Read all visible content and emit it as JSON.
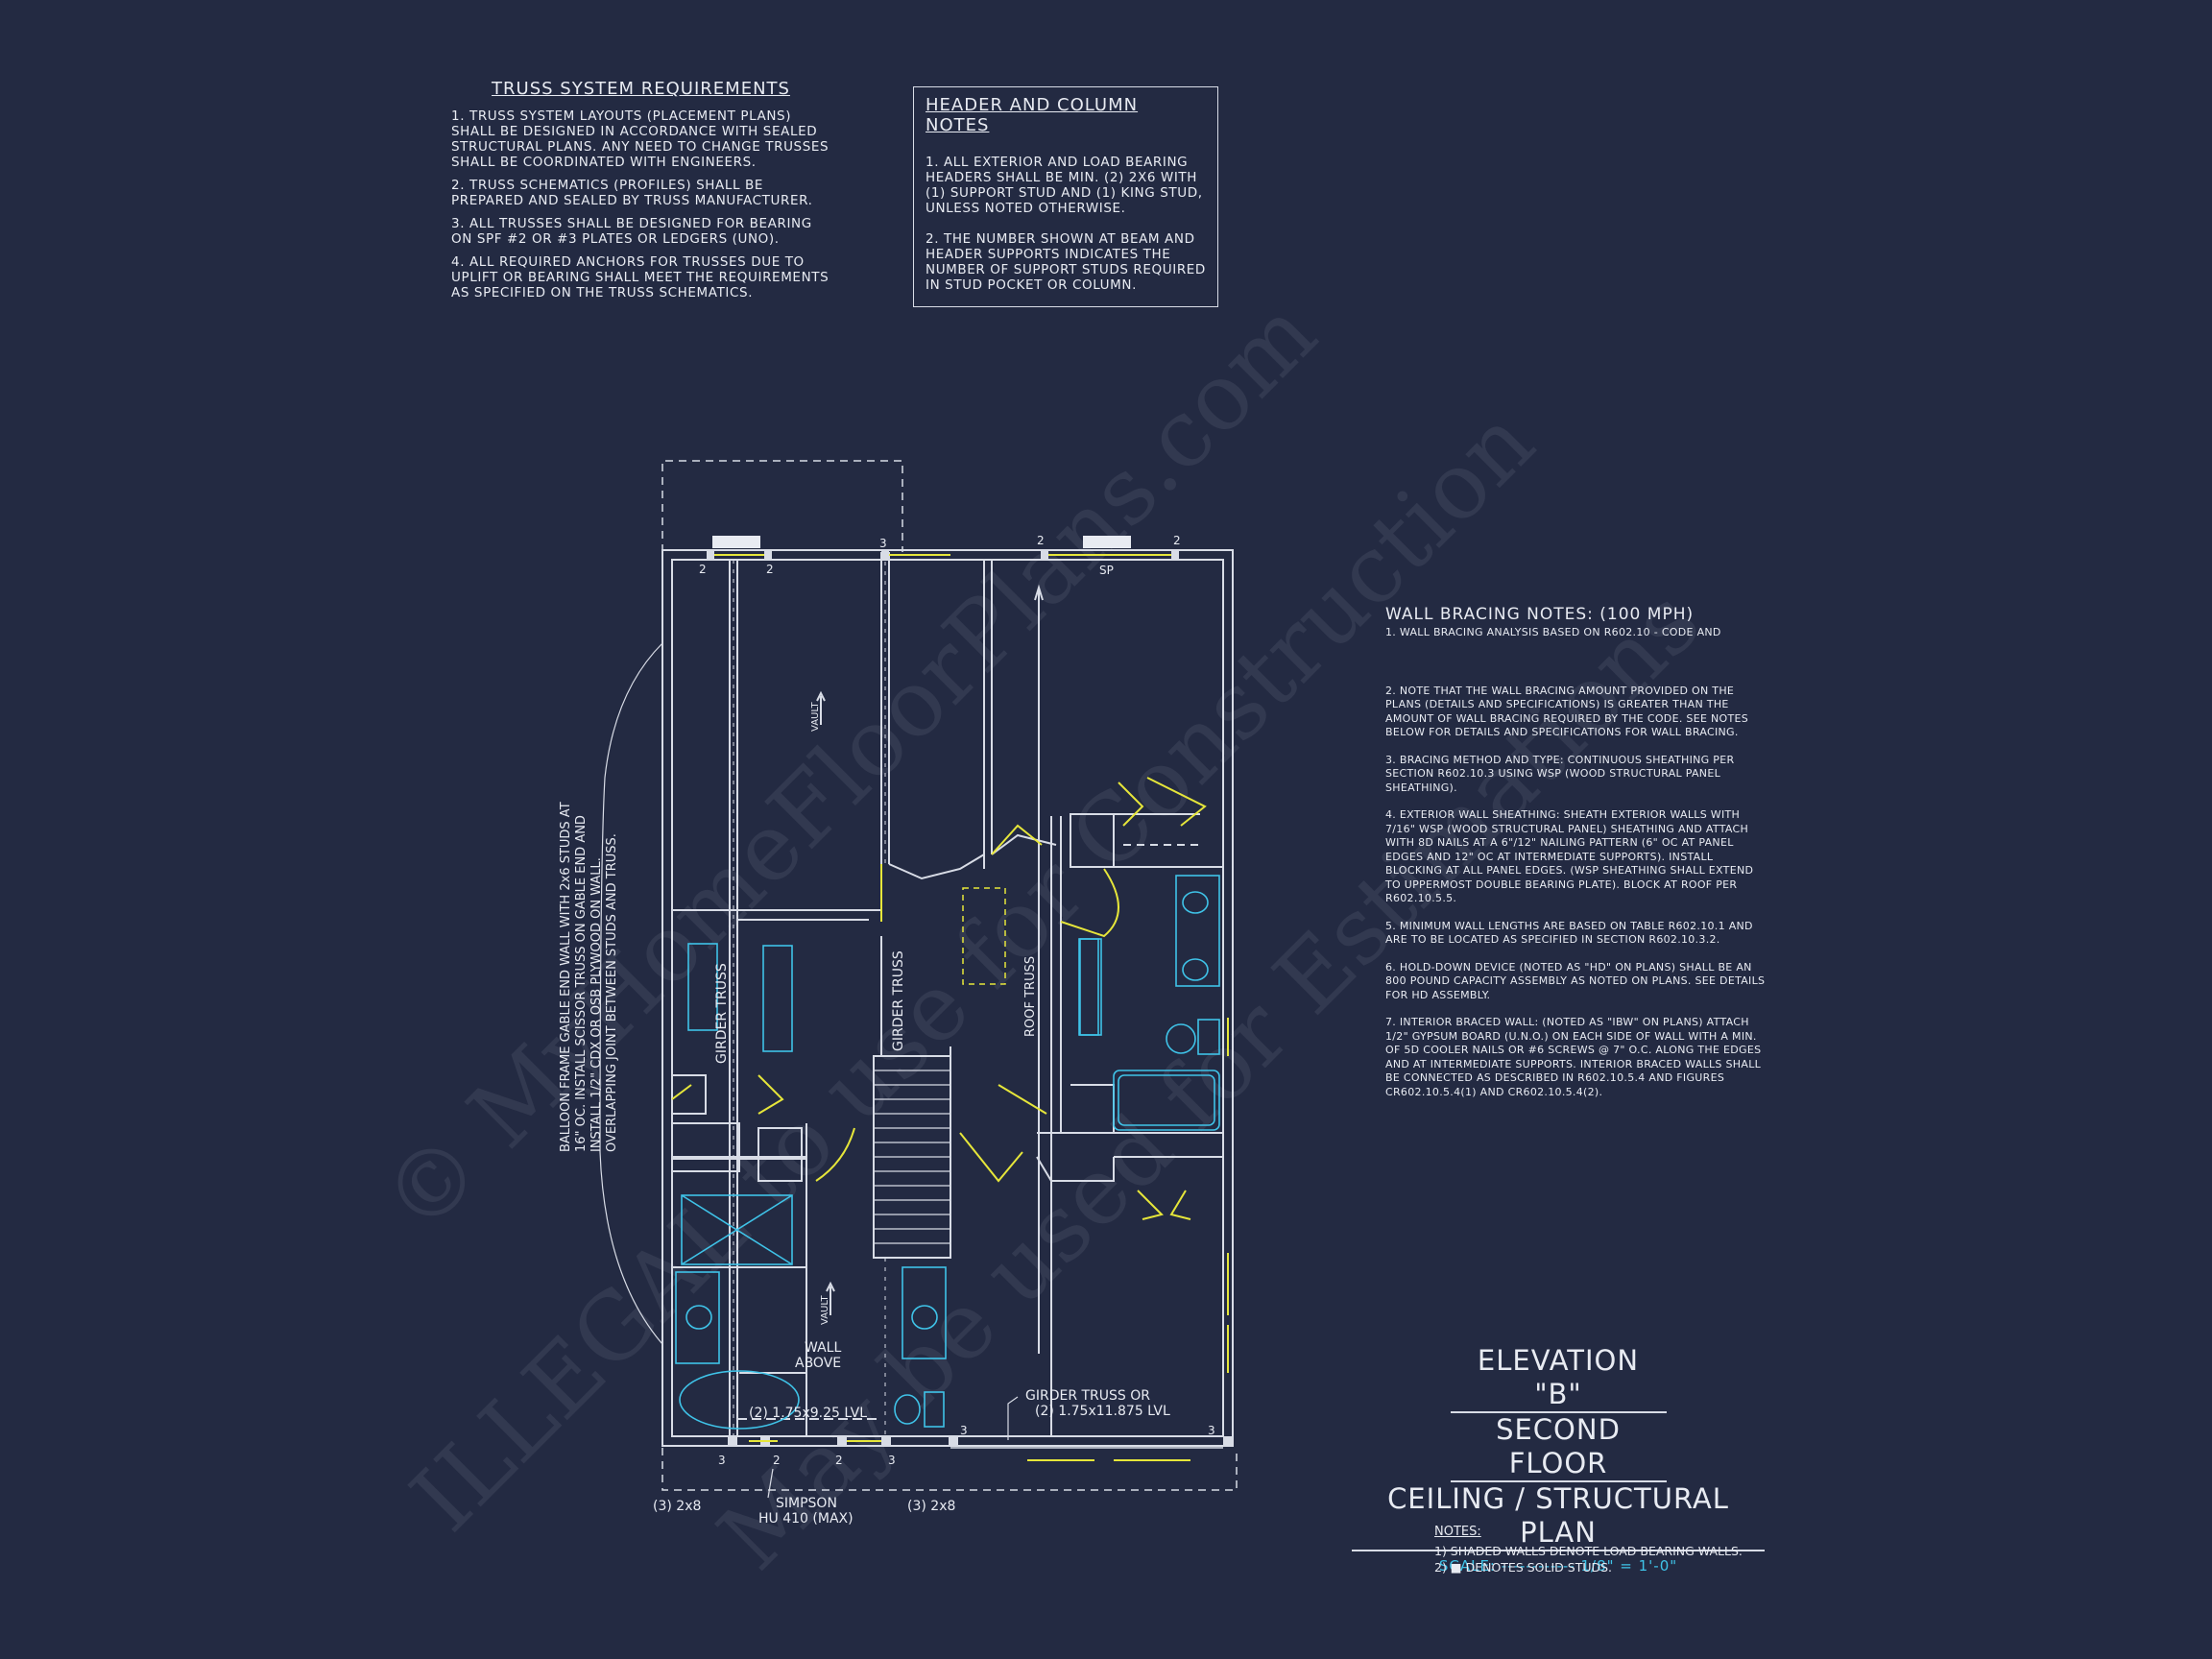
{
  "truss_requirements": {
    "heading": "TRUSS SYSTEM REQUIREMENTS",
    "items": [
      "1. TRUSS SYSTEM LAYOUTS (PLACEMENT PLANS) SHALL BE DESIGNED IN ACCORDANCE WITH SEALED STRUCTURAL PLANS. ANY NEED TO CHANGE TRUSSES SHALL BE COORDINATED WITH ENGINEERS.",
      "2. TRUSS SCHEMATICS (PROFILES) SHALL BE PREPARED AND SEALED BY TRUSS MANUFACTURER.",
      "3. ALL TRUSSES SHALL BE DESIGNED FOR BEARING ON SPF #2 OR #3 PLATES OR LEDGERS (UNO).",
      "4. ALL REQUIRED ANCHORS FOR TRUSSES DUE TO UPLIFT OR BEARING SHALL MEET THE REQUIREMENTS AS SPECIFIED ON THE TRUSS SCHEMATICS."
    ]
  },
  "header_notes": {
    "heading": "HEADER AND COLUMN NOTES",
    "items": [
      "1. ALL EXTERIOR AND LOAD BEARING HEADERS SHALL BE MIN. (2) 2x6 WITH (1) SUPPORT STUD AND (1) KING STUD, UNLESS NOTED OTHERWISE.",
      "2. THE NUMBER SHOWN AT BEAM AND HEADER SUPPORTS INDICATES THE NUMBER OF SUPPORT STUDS REQUIRED IN STUD POCKET OR COLUMN."
    ]
  },
  "wall_bracing": {
    "heading": "WALL BRACING NOTES: (100 MPH)",
    "items": [
      "1. WALL BRACING ANALYSIS BASED ON R602.10 - CODE AND",
      "2. NOTE THAT THE WALL BRACING AMOUNT PROVIDED ON THE PLANS (DETAILS AND SPECIFICATIONS) IS GREATER THAN THE AMOUNT OF WALL BRACING REQUIRED BY THE CODE. SEE NOTES BELOW FOR DETAILS AND SPECIFICATIONS FOR WALL BRACING.",
      "3. BRACING METHOD AND TYPE: CONTINUOUS SHEATHING PER SECTION R602.10.3 USING WSP (WOOD STRUCTURAL PANEL SHEATHING).",
      "4. EXTERIOR WALL SHEATHING: SHEATH EXTERIOR WALLS WITH 7/16\" WSP (WOOD STRUCTURAL PANEL) SHEATHING AND ATTACH WITH 8d NAILS AT A 6\"/12\" NAILING PATTERN (6\" OC AT PANEL EDGES AND 12\" OC AT INTERMEDIATE SUPPORTS). INSTALL BLOCKING AT ALL PANEL EDGES. (WSP SHEATHING SHALL EXTEND TO UPPERMOST DOUBLE BEARING PLATE). BLOCK AT ROOF PER R602.10.5.5.",
      "5. MINIMUM WALL LENGTHS ARE BASED ON TABLE R602.10.1 AND ARE TO BE LOCATED AS SPECIFIED IN SECTION R602.10.3.2.",
      "6. HOLD-DOWN DEVICE (NOTED AS \"HD\" ON PLANS) SHALL BE AN 800 POUND CAPACITY ASSEMBLY AS NOTED ON PLANS. SEE DETAILS FOR HD ASSEMBLY.",
      "7. INTERIOR BRACED WALL: (NOTED AS \"IBW\" ON PLANS) ATTACH 1/2\" GYPSUM BOARD (U.N.O.) ON EACH SIDE OF WALL WITH A MIN. OF 5d COOLER NAILS OR #6 SCREWS @ 7\" O.C. ALONG THE EDGES AND AT INTERMEDIATE SUPPORTS. INTERIOR BRACED WALLS SHALL BE CONNECTED AS DESCRIBED IN R602.10.5.4 AND FIGURES CR602.10.5.4(1) AND CR602.10.5.4(2)."
    ]
  },
  "plan_labels": {
    "girder_truss_left": "GIRDER TRUSS",
    "girder_truss_mid": "GIRDER TRUSS",
    "roof_truss": "ROOF TRUSS",
    "vault_top": "VAULT",
    "vault_bottom": "VAULT",
    "wall_above_1": "WALL",
    "wall_above_2": "ABOVE",
    "lvl_header": "(2) 1.75x9.25 LVL",
    "girder_note_1": "GIRDER TRUSS OR",
    "girder_note_2": "(2) 1.75x11.875 LVL",
    "post_left": "(3) 2x8",
    "post_right": "(3) 2x8",
    "simpson_1": "SIMPSON",
    "simpson_2": "HU 410 (MAX)",
    "sp": "SP",
    "balloon_1": "BALLOON FRAME GABLE END WALL WITH 2x6 STUDS AT",
    "balloon_2": "16\" OC. INSTALL SCISSOR TRUSS ON GABLE END AND",
    "balloon_3": "INSTALL 1/2\" CDX OR OSB PLYWOOD ON WALL.",
    "balloon_4": "OVERLAPPING JOINT BETWEEN STUDS AND TRUSS.",
    "stud_counts": [
      "2",
      "2",
      "3",
      "2",
      "2",
      "3",
      "2",
      "2",
      "3",
      "3",
      "3"
    ]
  },
  "title": {
    "line1": "ELEVATION \"B\"",
    "line2": "SECOND FLOOR",
    "line3": "CEILING / STRUCTURAL PLAN",
    "scale": "SCALE: ------------ 1/8\" = 1'-0\""
  },
  "notes": {
    "heading": "NOTES:",
    "items": [
      "1) SHADED WALLS DENOTE LOAD BEARING WALLS.",
      "2) ■ DENOTES SOLID STUDS."
    ]
  },
  "watermark": {
    "line1": "© MyHomeFloorPlans.com",
    "line2": "ILLEGAL to use for Construction",
    "line3": "May be used for Estimations"
  },
  "colors": {
    "background": "#232a42",
    "linework": "#d8dce6",
    "fixture": "#3fc3e8",
    "door": "#e6e63a"
  }
}
